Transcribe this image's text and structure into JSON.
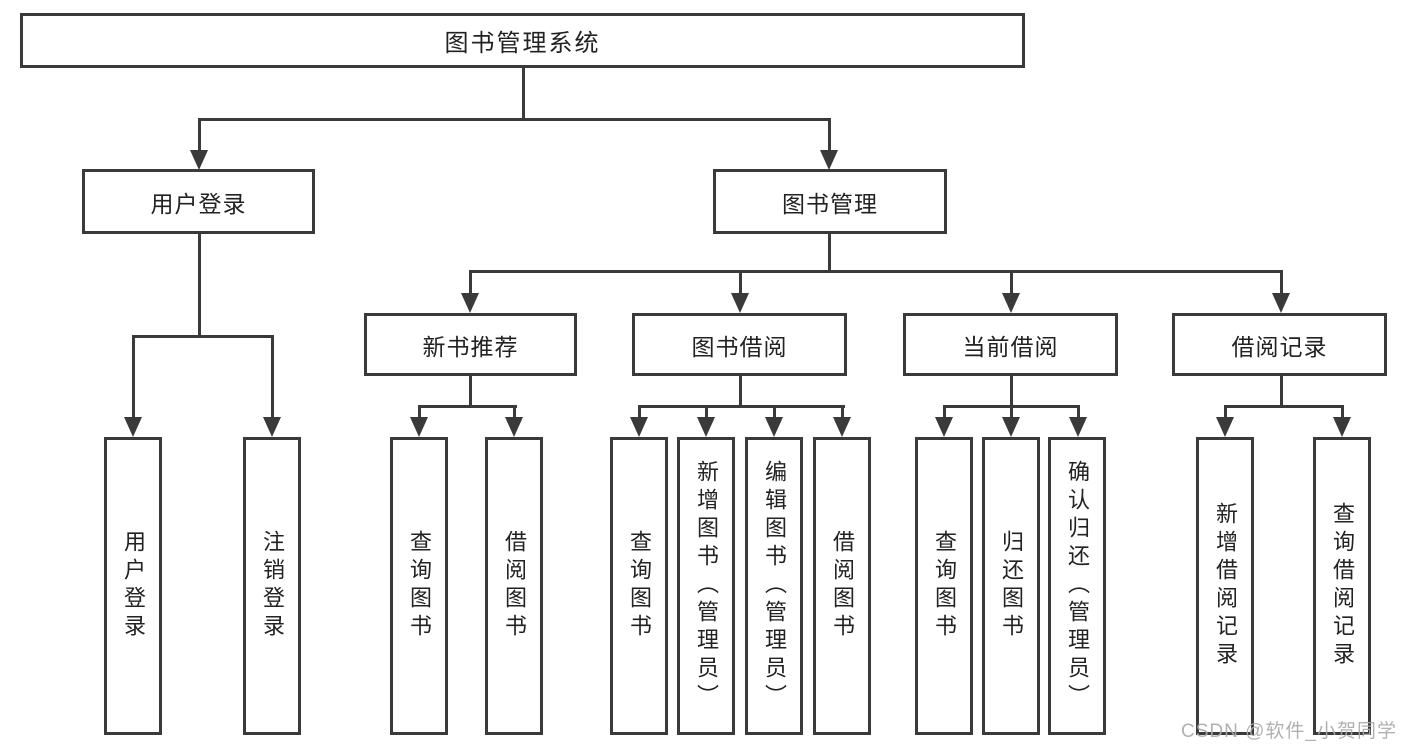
{
  "diagram": {
    "type": "hierarchy-tree",
    "root": {
      "label": "图书管理系统"
    },
    "level2": {
      "user_login": {
        "label": "用户登录"
      },
      "book_mgmt": {
        "label": "图书管理"
      }
    },
    "level3": {
      "new_book_rec": {
        "label": "新书推荐"
      },
      "book_borrow": {
        "label": "图书借阅"
      },
      "current_borrow": {
        "label": "当前借阅"
      },
      "borrow_records": {
        "label": "借阅记录"
      }
    },
    "leaves": {
      "ul_login": {
        "label": "用户登录",
        "parent": "用户登录"
      },
      "ul_logout": {
        "label": "注销登录",
        "parent": "用户登录"
      },
      "nb_query": {
        "label": "查询图书",
        "parent": "新书推荐"
      },
      "nb_borrow": {
        "label": "借阅图书",
        "parent": "新书推荐"
      },
      "bb_query": {
        "label": "查询图书",
        "parent": "图书借阅"
      },
      "bb_add": {
        "label": "新增图书（管理员）",
        "parent": "图书借阅"
      },
      "bb_edit": {
        "label": "编辑图书（管理员）",
        "parent": "图书借阅"
      },
      "bb_borrow": {
        "label": "借阅图书",
        "parent": "图书借阅"
      },
      "cb_query": {
        "label": "查询图书",
        "parent": "当前借阅"
      },
      "cb_return": {
        "label": "归还图书",
        "parent": "当前借阅"
      },
      "cb_confirm": {
        "label": "确认归还（管理员）",
        "parent": "当前借阅"
      },
      "br_add": {
        "label": "新增借阅记录",
        "parent": "借阅记录"
      },
      "br_query": {
        "label": "查询借阅记录",
        "parent": "借阅记录"
      }
    },
    "colors": {
      "line": "#3a3a3a",
      "text": "#222222",
      "background": "#ffffff",
      "watermark": "#aaaaaa"
    }
  },
  "watermark": {
    "text": "CSDN @软件_小贺同学"
  }
}
